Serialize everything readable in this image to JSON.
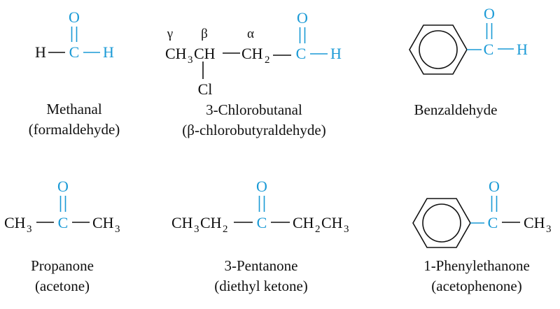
{
  "colors": {
    "text": "#111111",
    "carbonyl_accent": "#1a9ad6",
    "background": "#ffffff"
  },
  "atoms": {
    "oxygen": "O",
    "carbon": "C",
    "hydrogen": "H",
    "chlorine": "Cl",
    "ch": "CH",
    "ch3_main": "CH",
    "ch2_main": "CH",
    "subscript_2": "2",
    "subscript_3": "3"
  },
  "greek": {
    "gamma": "γ",
    "beta": "β",
    "alpha": "α"
  },
  "compounds": [
    {
      "id": "methanal",
      "name": "Methanal",
      "common": "(formaldehyde)"
    },
    {
      "id": "chlorobutanal",
      "name": "3-Chlorobutanal",
      "common": "(β-chlorobutyraldehyde)"
    },
    {
      "id": "benzaldehyde",
      "name": "Benzaldehyde",
      "common": ""
    },
    {
      "id": "propanone",
      "name": "Propanone",
      "common": "(acetone)"
    },
    {
      "id": "pentanone",
      "name": "3-Pentanone",
      "common": "(diethyl ketone)"
    },
    {
      "id": "phenylethanone",
      "name": "1-Phenylethanone",
      "common": "(acetophenone)"
    }
  ]
}
